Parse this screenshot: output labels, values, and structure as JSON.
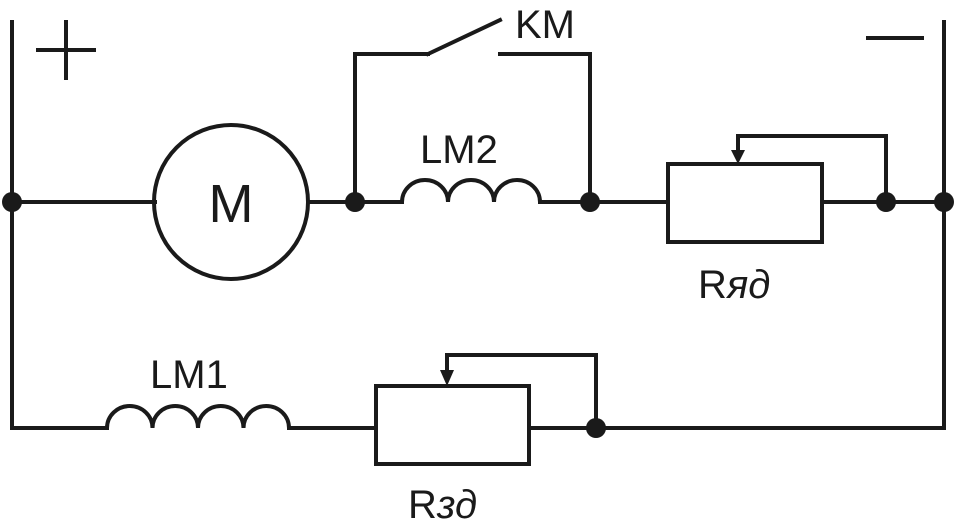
{
  "diagram": {
    "plus_sign": "+",
    "minus_sign": "—",
    "motor_label": "M",
    "contact_label": "KM",
    "series_winding_label": "LM2",
    "shunt_winding_label": "LM1",
    "armature_resistor": {
      "main": "R",
      "sub": "яд"
    },
    "field_resistor": {
      "main": "R",
      "sub": "зд"
    }
  },
  "colors": {
    "line": "#1a1a1a",
    "background": "#ffffff"
  }
}
